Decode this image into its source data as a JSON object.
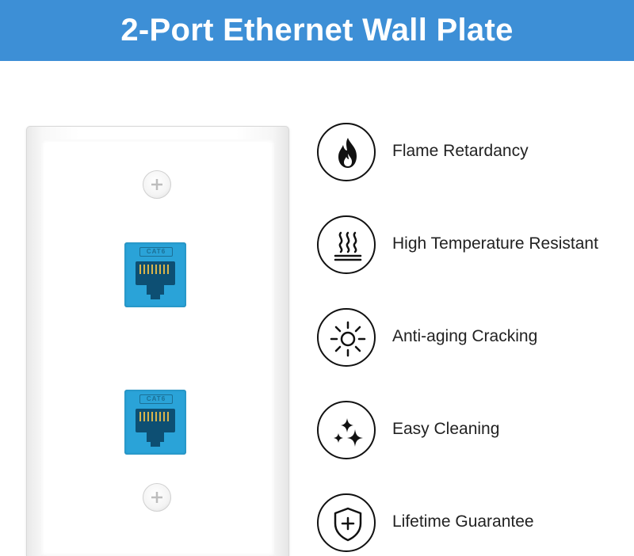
{
  "banner": {
    "title": "2-Port Ethernet Wall Plate",
    "background": "#3d8fd6"
  },
  "plate": {
    "ports": [
      {
        "label": "CAT6",
        "color": "#2aa3d8"
      },
      {
        "label": "CAT6",
        "color": "#2aa3d8"
      }
    ]
  },
  "features": [
    {
      "label": "Flame Retardancy",
      "icon": "flame-icon"
    },
    {
      "label": "High Temperature Resistant",
      "icon": "heat-waves-icon"
    },
    {
      "label": "Anti-aging Cracking",
      "icon": "sun-icon"
    },
    {
      "label": "Easy Cleaning",
      "icon": "sparkles-icon"
    },
    {
      "label": "Lifetime Guarantee",
      "icon": "shield-plus-icon"
    }
  ]
}
